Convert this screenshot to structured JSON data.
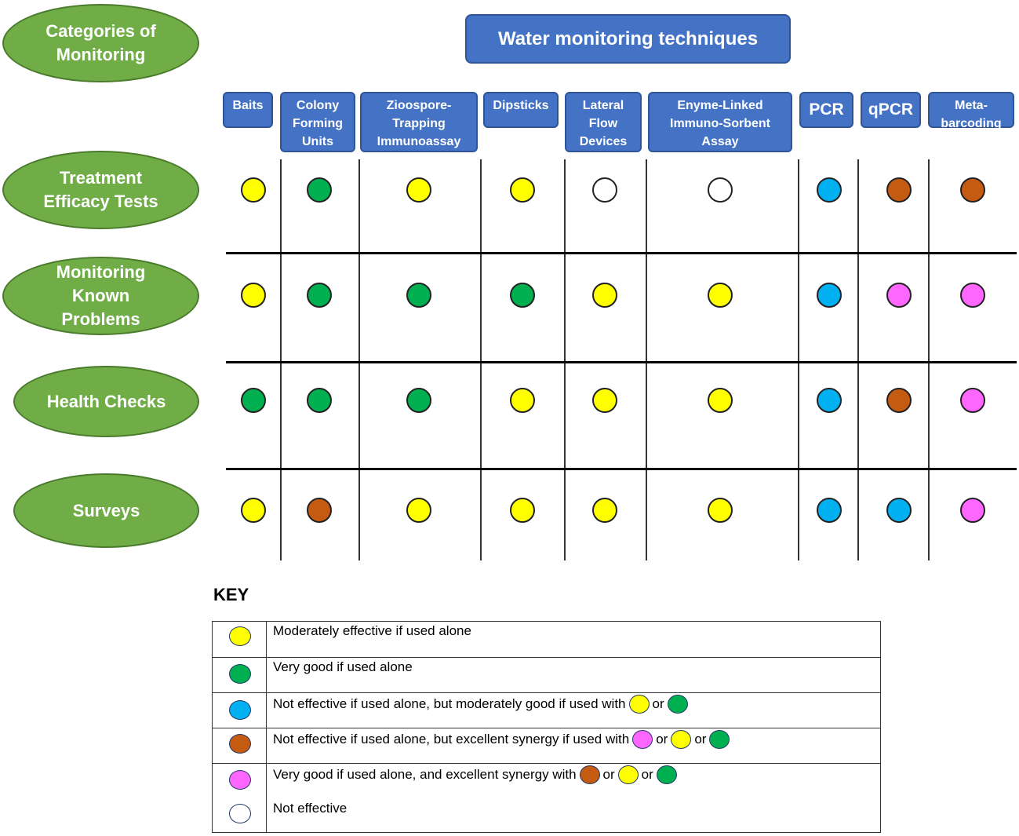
{
  "colors": {
    "yellow": "#ffff00",
    "green": "#00b050",
    "blue": "#00b0f0",
    "brown": "#c55a11",
    "pink": "#ff66ff",
    "white": "#ffffff",
    "header_blue": "#4472c4",
    "ellipse_green": "#70ad47"
  },
  "categories_header": "Categories of\nMonitoring",
  "techniques_header": "Water monitoring techniques",
  "columns": [
    {
      "label": "Baits"
    },
    {
      "label": "Colony\nForming\nUnits"
    },
    {
      "label": "Zioospore-\nTrapping\nImmunoassay"
    },
    {
      "label": "Dipsticks"
    },
    {
      "label": "Lateral\nFlow\nDevices"
    },
    {
      "label": "Enyme-Linked\nImmuno-Sorbent\nAssay"
    },
    {
      "label": "PCR"
    },
    {
      "label": "qPCR"
    },
    {
      "label": "Meta-\nbarcoding"
    }
  ],
  "rows": [
    {
      "label": "Treatment\nEfficacy Tests",
      "ratings": [
        "yellow",
        "green",
        "yellow",
        "yellow",
        "white",
        "white",
        "blue",
        "brown",
        "brown"
      ]
    },
    {
      "label": "Monitoring\nKnown\nProblems",
      "ratings": [
        "yellow",
        "green",
        "green",
        "green",
        "yellow",
        "yellow",
        "blue",
        "pink",
        "pink"
      ]
    },
    {
      "label": "Health Checks",
      "ratings": [
        "green",
        "green",
        "green",
        "yellow",
        "yellow",
        "yellow",
        "blue",
        "brown",
        "pink"
      ]
    },
    {
      "label": "Surveys",
      "ratings": [
        "yellow",
        "brown",
        "yellow",
        "yellow",
        "yellow",
        "yellow",
        "blue",
        "blue",
        "pink"
      ]
    }
  ],
  "key": {
    "title": "KEY",
    "items": [
      {
        "color": "yellow",
        "text": "Moderately effective if used alone",
        "with": []
      },
      {
        "color": "green",
        "text": "Very good if used alone",
        "with": []
      },
      {
        "color": "blue",
        "text": "Not effective if used alone,  but moderately good if used with",
        "with": [
          "yellow",
          "green"
        ]
      },
      {
        "color": "brown",
        "text": "Not effective if used alone, but excellent synergy if used with",
        "with": [
          "pink",
          "yellow",
          "green"
        ]
      },
      {
        "color": "pink",
        "text": "Very good if used alone, and excellent synergy with",
        "with": [
          "brown",
          "yellow",
          "green"
        ]
      },
      {
        "color": "white",
        "text": "Not effective",
        "with": []
      }
    ],
    "or_word": "or"
  }
}
